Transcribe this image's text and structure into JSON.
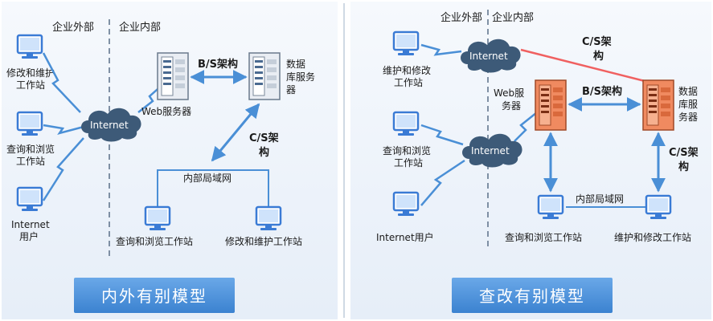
{
  "left_panel": {
    "zone_outside": "企业外部",
    "zone_inside": "企业内部",
    "clients": [
      {
        "label_lines": [
          "修改和维护",
          "工作站"
        ]
      },
      {
        "label_lines": [
          "查询和浏览",
          "工作站"
        ]
      },
      {
        "label_lines": [
          "Internet",
          "用户"
        ]
      }
    ],
    "cloud_label": "Internet",
    "web_server_label": "Web服务器",
    "db_server_label_lines": [
      "数据",
      "库服务",
      "器"
    ],
    "bs_label": "B/S架构",
    "cs_label_lines": [
      "C/S架",
      "构"
    ],
    "lan_label": "内部局域网",
    "lan_stations": [
      "查询和浏览工作站",
      "修改和维护工作站"
    ],
    "banner": "内外有别模型"
  },
  "right_panel": {
    "zone_outside": "企业外部",
    "zone_inside": "企业内部",
    "clients": [
      {
        "label_lines": [
          "维护和修改",
          "工作站"
        ]
      },
      {
        "label_lines": [
          "查询和浏览",
          "工作站"
        ]
      },
      {
        "label_lines": [
          "Internet用户"
        ]
      }
    ],
    "cloud_top_label": "Internet",
    "cloud_bottom_label": "Internet",
    "web_server_label_lines": [
      "Web服",
      "务器"
    ],
    "db_server_label_lines": [
      "数据",
      "库服",
      "务器"
    ],
    "cs_top_label_lines": [
      "C/S架",
      "构"
    ],
    "bs_label": "B/S架构",
    "cs_right_label_lines": [
      "C/S架",
      "构"
    ],
    "lan_label": "内部局域网",
    "lan_stations": [
      "查询和浏览工作站",
      "维护和修改工作站"
    ],
    "banner": "查改有别模型"
  },
  "colors": {
    "panel_bg": "#eef4fb",
    "banner": "#4a90d9",
    "arrow": "#4a8fd6",
    "lightning": "#4a8fd6",
    "cloud": "#3d5a78",
    "red_line": "#f06060",
    "server_gray": "#e8ecf2",
    "server_red": "#f08a60",
    "monitor": "#3a7bd5"
  }
}
